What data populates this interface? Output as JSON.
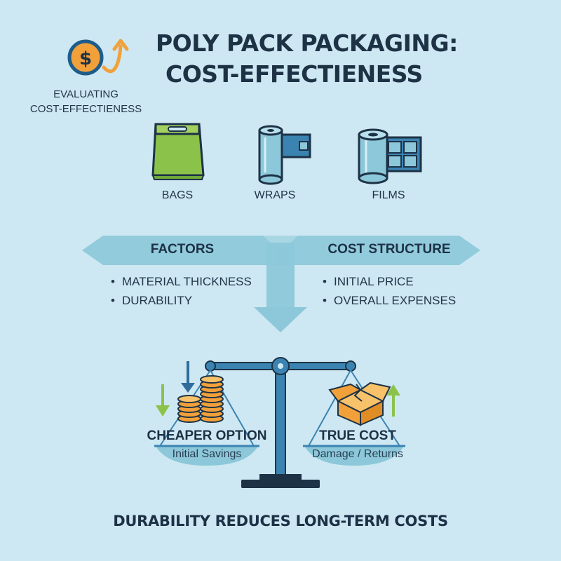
{
  "title": {
    "line1": "POLY PACK PACKAGING:",
    "line2": "COST-EFFECTIENESS"
  },
  "evaluating": {
    "line1": "EVALUATING",
    "line2": "COST-EFFECTIENESS",
    "icon": "dollar-growth-icon"
  },
  "products": [
    {
      "label": "BAGS",
      "icon": "bag-icon"
    },
    {
      "label": "WRAPS",
      "icon": "wrap-roll-icon"
    },
    {
      "label": "FILMS",
      "icon": "film-roll-icon"
    }
  ],
  "factors": {
    "title": "FACTORS",
    "items": [
      "MATERIAL THICKNESS",
      "DURABILITY"
    ]
  },
  "cost_structure": {
    "title": "COST STRUCTURE",
    "items": [
      "INITIAL PRICE",
      "OVERALL EXPENSES"
    ]
  },
  "scale": {
    "left": {
      "title": "CHEAPER OPTION",
      "subtitle": "Initial Savings",
      "icon": "coin-stack-icon"
    },
    "right": {
      "title": "TRUE COST",
      "subtitle": "Damage / Returns",
      "icon": "damaged-box-icon"
    }
  },
  "footer": "DURABILITY REDUCES LONG-TERM COSTS",
  "colors": {
    "background": "#cde8f2",
    "band": "#8cc8d9",
    "navy": "#1e3246",
    "accent_orange": "#f2a13a",
    "accent_green": "#8bc34a",
    "scale_blue": "#3b84b2"
  }
}
